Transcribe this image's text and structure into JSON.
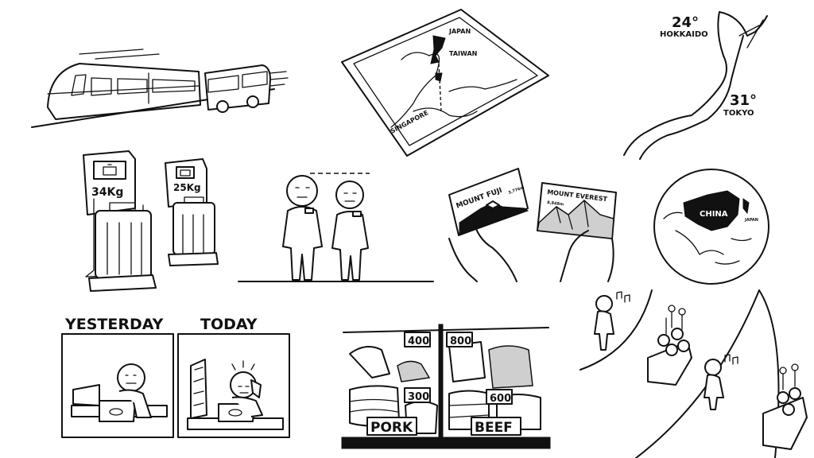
{
  "map_route": {
    "japan": "JAPAN",
    "taiwan": "TAIWAN",
    "singapore": "SINGAPORE"
  },
  "japan_map": {
    "north_temp": "24°",
    "north_city": "HOKKAIDO",
    "south_temp": "31°",
    "south_city": "TOKYO"
  },
  "luggage": {
    "big_weight": "34Kg",
    "small_weight": "25Kg"
  },
  "postcards": {
    "fuji_title": "MOUNT FUJI",
    "fuji_height": "3,776m",
    "everest_title": "MOUNT EVEREST",
    "everest_height": "8,848m"
  },
  "globe": {
    "china": "CHINA",
    "japan": "JAPAN"
  },
  "work": {
    "yesterday": "YESTERDAY",
    "today": "TODAY"
  },
  "market": {
    "price_pork_top": "400",
    "price_pork_bottom": "300",
    "price_beef_top": "800",
    "price_beef_bottom": "600",
    "pork": "PORK",
    "beef": "BEEF"
  },
  "colors": {
    "ink": "#111111",
    "paper": "#ffffff",
    "shade": "#cfcfcf"
  }
}
